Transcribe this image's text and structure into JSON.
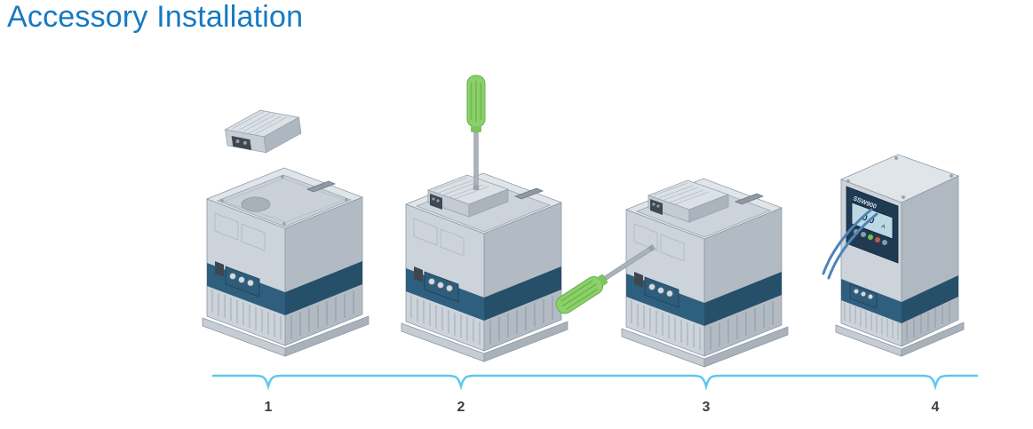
{
  "page": {
    "title": "Accessory Installation"
  },
  "figure": {
    "steps": [
      {
        "number": "1"
      },
      {
        "number": "2"
      },
      {
        "number": "3"
      },
      {
        "number": "4"
      }
    ],
    "device": {
      "brand": "SSW900",
      "display_value": "0.0",
      "display_unit": "A"
    },
    "colors": {
      "title": "#1679c2",
      "bracket_line": "#5cc8f0",
      "device_body": "#ccd3da",
      "device_top": "#e0e5ea",
      "device_side": "#b2bbc4",
      "device_band": "#2f5f7e",
      "terminal_block": "#2e5d7c",
      "screwdriver_handle": "#8bd06a",
      "screwdriver_shaft": "#aab3bb",
      "keypad_panel": "#203a52",
      "keypad_screen": "#bcd9e3",
      "cable": "#4d84b8",
      "step_number": "#3a3f45"
    }
  }
}
